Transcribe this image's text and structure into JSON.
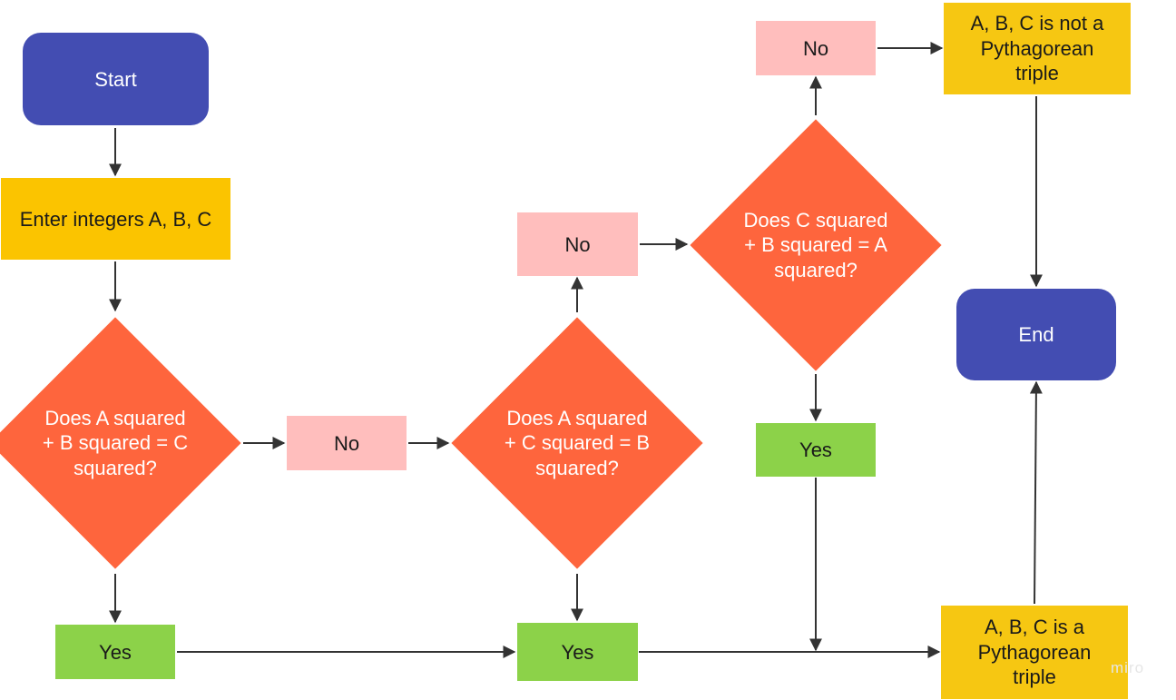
{
  "colors": {
    "terminal": "#434db2",
    "io": "#fbc400",
    "decision": "#fe653d",
    "no_box": "#ffbebd",
    "yes_box": "#8cd249",
    "result_box": "#f6c712",
    "arrow": "#333333"
  },
  "nodes": {
    "start": "Start",
    "input": "Enter integers A, B, C",
    "decision1": "Does A squared + B squared = C squared?",
    "decision2": "Does A squared + C squared = B squared?",
    "decision3": "Does C squared + B squared = A squared?",
    "no1": "No",
    "no2": "No",
    "no3": "No",
    "yes1": "Yes",
    "yes2": "Yes",
    "yes3": "Yes",
    "not_triple": "A, B, C is not a Pythagorean triple",
    "is_triple": "A, B, C is a Pythagorean triple",
    "end": "End"
  },
  "watermark": "miro"
}
